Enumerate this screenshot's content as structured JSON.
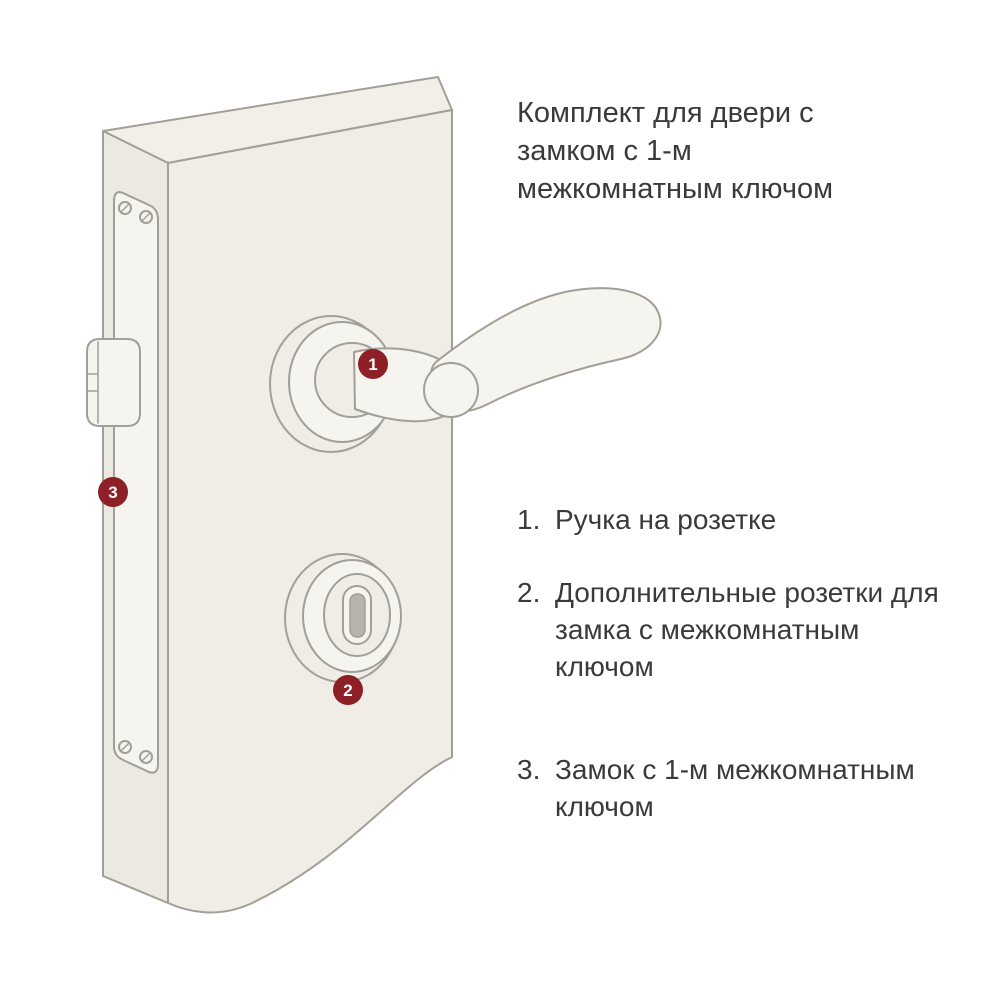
{
  "title": {
    "lines": [
      "Комплект для двери с",
      "замком с 1-м",
      "межкомнатным ключом"
    ]
  },
  "legend": {
    "items": [
      {
        "num": "1.",
        "lines": [
          "Ручка на розетке"
        ]
      },
      {
        "num": "2.",
        "lines": [
          "Дополнительные розетки для",
          "замка с межкомнатным",
          "ключом"
        ]
      },
      {
        "num": "3.",
        "lines": [
          "Замок с 1-м межкомнатным",
          "ключом"
        ]
      }
    ]
  },
  "callouts": [
    {
      "label": "1"
    },
    {
      "label": "2"
    },
    {
      "label": "3"
    }
  ],
  "colors": {
    "badge_color": "#8d1f27",
    "outline_color": "#a29e98",
    "door_fill": "#f0ede6",
    "edge_fill": "#ece9e2",
    "plate_fill": "#f6f4ee",
    "slot_color": "#b7b4ac",
    "text_color": "#3b3a38",
    "background": "#ffffff"
  }
}
